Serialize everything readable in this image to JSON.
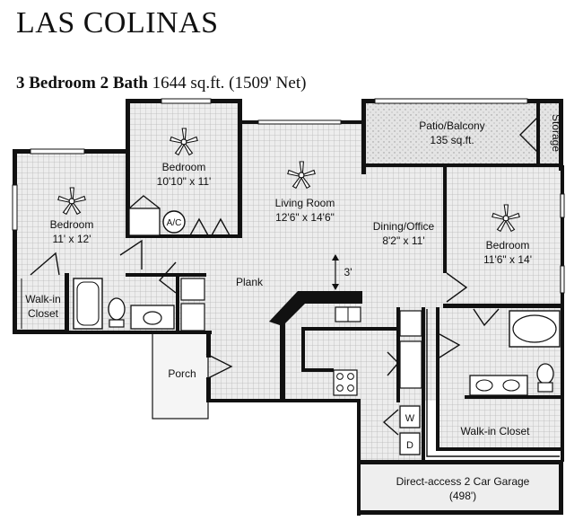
{
  "title": "LAS COLINAS",
  "unit": {
    "type": "3 Bedroom 2 Bath",
    "area": "1644 sq.ft. (1509' Net)"
  },
  "rooms": {
    "bedroom_left": {
      "name": "Bedroom",
      "size": "11' x 12'"
    },
    "bedroom_middle": {
      "name": "Bedroom",
      "size": "10'10\" x 11'"
    },
    "living_room": {
      "name": "Living Room",
      "size": "12'6\" x 14'6\""
    },
    "patio": {
      "name": "Patio/Balcony",
      "size": "135 sq.ft."
    },
    "storage": "Storage",
    "dining": {
      "name": "Dining/Office",
      "size": "8'2\" x 11'"
    },
    "bedroom_right": {
      "name": "Bedroom",
      "size": "11'6\" x 14'"
    },
    "walk_in_closet_left": {
      "line1": "Walk-in",
      "line2": "Closet"
    },
    "plank": "Plank",
    "porch": "Porch",
    "walk_in_closet_right": "Walk-in Closet",
    "garage": {
      "line1": "Direct-access 2 Car Garage",
      "line2": "(498')"
    }
  },
  "fixtures": {
    "ac": "A/C",
    "washer": "W",
    "dryer": "D",
    "ceiling_height": "3'"
  }
}
